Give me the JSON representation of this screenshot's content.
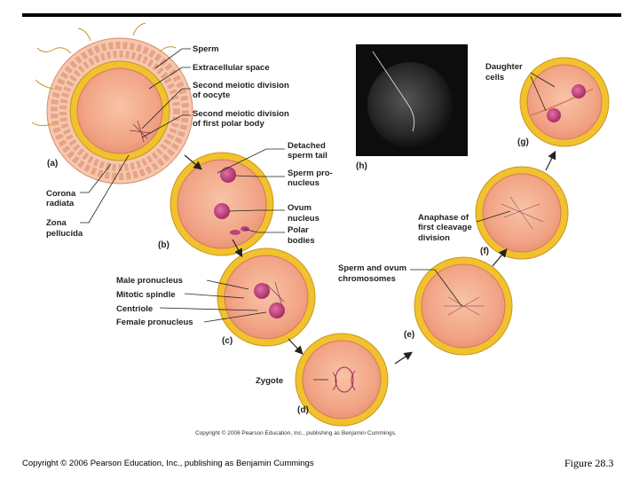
{
  "labels": {
    "sperm": "Sperm",
    "extracellular_space": "Extracellular space",
    "second_meiotic_oocyte_1": "Second meiotic division",
    "second_meiotic_oocyte_2": "of oocyte",
    "second_meiotic_polar_1": "Second meiotic division",
    "second_meiotic_polar_2": "of first polar body",
    "corona_radiata_1": "Corona",
    "corona_radiata_2": "radiata",
    "zona_pellucida_1": "Zona",
    "zona_pellucida_2": "pellucida",
    "detached_sperm_tail_1": "Detached",
    "detached_sperm_tail_2": "sperm tail",
    "sperm_pronucleus_1": "Sperm pro-",
    "sperm_pronucleus_2": "nucleus",
    "ovum_nucleus_1": "Ovum",
    "ovum_nucleus_2": "nucleus",
    "polar_bodies_1": "Polar",
    "polar_bodies_2": "bodies",
    "male_pronucleus": "Male pronucleus",
    "mitotic_spindle": "Mitotic spindle",
    "centriole": "Centriole",
    "female_pronucleus": "Female pronucleus",
    "zygote": "Zygote",
    "sperm_ovum_chromosomes_1": "Sperm and ovum",
    "sperm_ovum_chromosomes_2": "chromosomes",
    "anaphase_1": "Anaphase of",
    "anaphase_2": "first cleavage",
    "anaphase_3": "division",
    "daughter_cells_1": "Daughter",
    "daughter_cells_2": "cells"
  },
  "panels": {
    "a": "(a)",
    "b": "(b)",
    "c": "(c)",
    "d": "(d)",
    "e": "(e)",
    "f": "(f)",
    "g": "(g)",
    "h": "(h)"
  },
  "image_copyright": "Copyright © 2006 Pearson Education, Inc., publishing as Benjamin Cummings.",
  "footer": {
    "copyright": "Copyright © 2006 Pearson Education, Inc., publishing as Benjamin Cummings",
    "figure": "Figure 28.3"
  },
  "colors": {
    "zona": "#f2c12e",
    "cytoplasm": "#f2a98a",
    "corona": "#f4b79a",
    "nucleus": "#c0407a",
    "arrow": "#222222"
  }
}
